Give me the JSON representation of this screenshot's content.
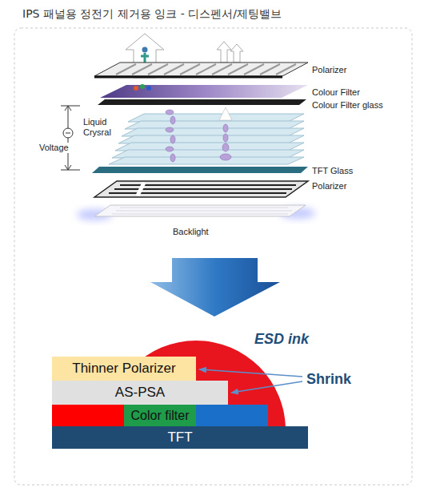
{
  "diagram": {
    "title": "IPS 패널용 정전기 제거용 잉크 - 디스펜서/제팅밸브",
    "nodes": [
      {
        "text": [
          "Thinner Polarizer"
        ]
      },
      {
        "text": [
          "AS-PSA"
        ]
      },
      {
        "text": [
          "Color filter"
        ]
      },
      {
        "text": [
          "TFT"
        ]
      }
    ],
    "labels": [
      "Polarizer",
      "Colour Filter",
      "Colour Filter glass",
      "Liquid Crysral",
      "Voltage",
      "TFT Glass",
      "Polarizer",
      "Backlight",
      "ESD ink",
      "Shrink"
    ]
  }
}
